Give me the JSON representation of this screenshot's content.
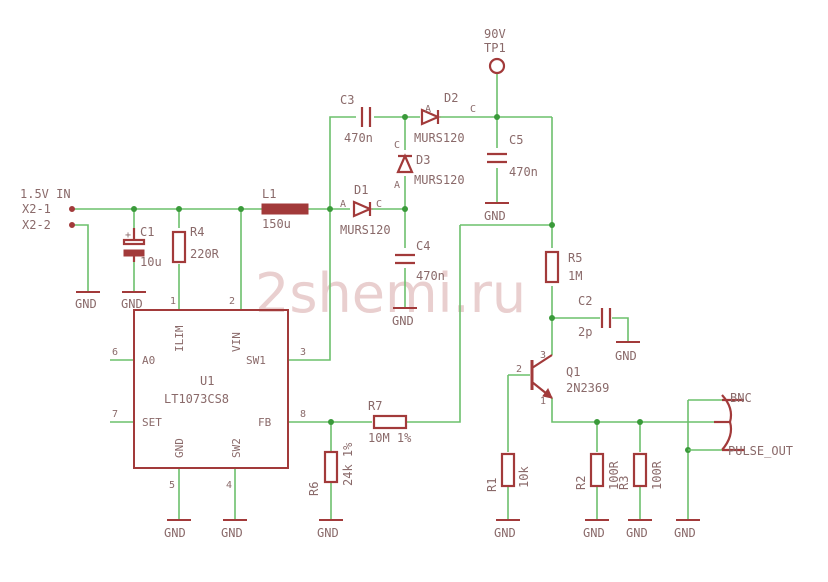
{
  "labels": {
    "input": "1.5V IN",
    "x21": "X2-1",
    "x22": "X2-2",
    "c1": "C1",
    "c1v": "10u",
    "r4": "R4",
    "r4v": "220R",
    "l1": "L1",
    "l1v": "150u",
    "c3": "C3",
    "c3v": "470n",
    "d1": "D1",
    "d1v": "MURS120",
    "d2": "D2",
    "d2v": "MURS120",
    "d3": "D3",
    "d3v": "MURS120",
    "c4": "C4",
    "c4v": "470n",
    "c5": "C5",
    "c5v": "470n",
    "tp1": "TP1",
    "tp1v": "90V",
    "r5": "R5",
    "r5v": "1M",
    "c2": "C2",
    "c2v": "2p",
    "q1": "Q1",
    "q1v": "2N2369",
    "r7": "R7",
    "r7v": "10M 1%",
    "r6": "R6",
    "r6v": "24k 1%",
    "r1": "R1",
    "r1v": "10k",
    "r2": "R2",
    "r2v": "100R",
    "r3": "R3",
    "r3v": "100R",
    "bnc": "BNC",
    "pulse": "PULSE_OUT",
    "gnd": "GND",
    "u1": "U1",
    "u1v": "LT1073CS8",
    "pin_a0": "A0",
    "pin_set": "SET",
    "pin_ilim": "ILIM",
    "pin_vin": "VIN",
    "pin_sw1": "SW1",
    "pin_fb": "FB",
    "pin_gnd": "GND",
    "pin_sw2": "SW2",
    "n1": "1",
    "n2": "2",
    "n3": "3",
    "n4": "4",
    "n5": "5",
    "n6": "6",
    "n7": "7",
    "n8": "8",
    "a": "A",
    "c": "C",
    "q_e": "1",
    "q_b": "2",
    "q_c": "3",
    "watermark": "2shemi.ru"
  }
}
